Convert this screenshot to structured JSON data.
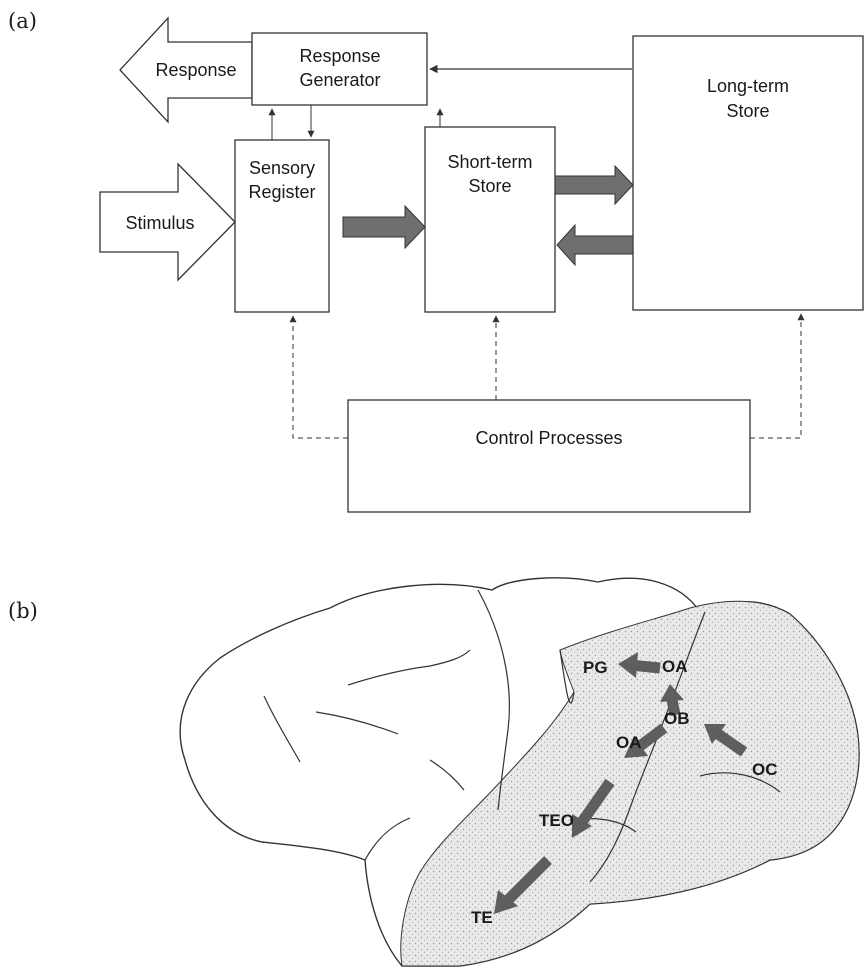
{
  "panel_a": {
    "label": "(a)",
    "boxes": {
      "response_generator": [
        "Response",
        "Generator"
      ],
      "sensory_register": [
        "Sensory",
        "Register"
      ],
      "short_term_store": [
        "Short-term",
        "Store"
      ],
      "long_term_store": [
        "Long-term",
        "Store"
      ],
      "control_processes": "Control Processes"
    },
    "arrows": {
      "response": "Response",
      "stimulus": "Stimulus"
    }
  },
  "panel_b": {
    "label": "(b)",
    "regions": [
      "PG",
      "OA",
      "OB",
      "OA",
      "OC",
      "TEO",
      "TE"
    ]
  }
}
